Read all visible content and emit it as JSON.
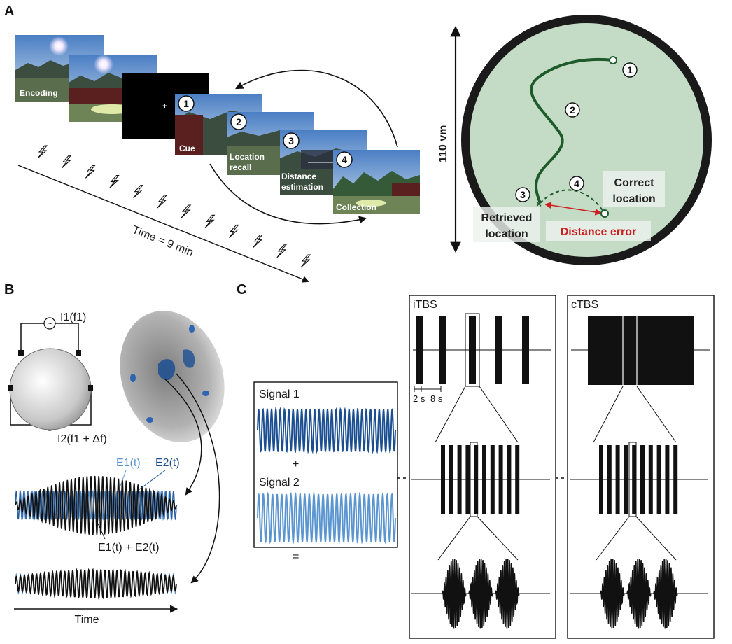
{
  "panels": {
    "a": {
      "letter": "A",
      "screens": {
        "encoding": "Encoding",
        "cue": "Cue",
        "location_recall_1": "Location",
        "location_recall_2": "recall",
        "distance_estimation_1": "Distance",
        "distance_estimation_2": "estimation",
        "collection": "Collection"
      },
      "step_numbers": [
        "1",
        "2",
        "3",
        "4"
      ],
      "time_label": "Time = 9 min",
      "arena": {
        "diameter_label": "110 vm",
        "correct_location_1": "Correct",
        "correct_location_2": "location",
        "retrieved_location_1": "Retrieved",
        "retrieved_location_2": "location",
        "distance_error": "Distance error"
      }
    },
    "b": {
      "letter": "B",
      "current1": "I1(f1)",
      "current2": "I2(f1 + Δf)",
      "e1": "E1(t)",
      "e2": "E2(t)",
      "sum": "E1(t) + E2(t)",
      "time": "Time"
    },
    "c": {
      "letter": "C",
      "signal1": "Signal 1",
      "plus": "+",
      "signal2": "Signal 2",
      "equals": "=",
      "itbs": "iTBS",
      "ctbs": "cTBS",
      "scale_2s": "2 s",
      "scale_8s": "8 s"
    }
  },
  "colors": {
    "arena_fill": "#c4dcc6",
    "path": "#1e5a2a",
    "error": "#cc2020",
    "wave_light": "#5b95d0",
    "wave_dark": "#1c4f92",
    "ink": "#111111"
  }
}
